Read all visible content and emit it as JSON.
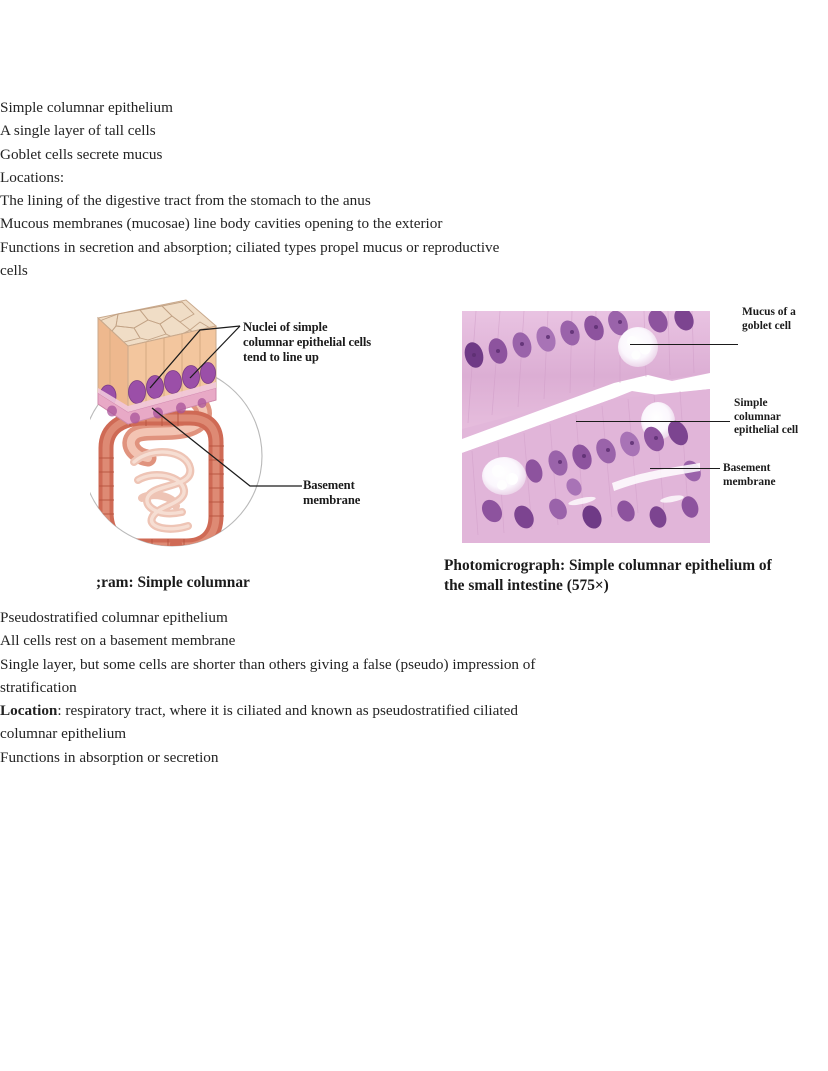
{
  "document": {
    "type": "study-notes",
    "topic": "Epithelial tissues"
  },
  "outline_top": [
    {
      "level": 1,
      "bullet": "●",
      "text": "Simple columnar epithelium"
    },
    {
      "level": 2,
      "bullet": "○",
      "text": "A single layer of tall cells"
    },
    {
      "level": 3,
      "bullet": "■",
      "text": "Goblet cells secrete mucus"
    },
    {
      "level": 2,
      "bullet": "○",
      "text": "Locations:"
    },
    {
      "level": 3,
      "bullet": "■",
      "text": "The lining of the digestive tract from the stomach to the anus"
    },
    {
      "level": 3,
      "bullet": "■",
      "text": "Mucous membranes (mucosae) line body cavities opening to the exterior"
    },
    {
      "level": 2,
      "bullet": "○",
      "text": "Functions in secretion and absorption; ciliated types propel mucus or reproductive cells"
    }
  ],
  "outline_bottom": [
    {
      "level": 1,
      "bullet": "●",
      "text": "Pseudostratified columnar epithelium"
    },
    {
      "level": 2,
      "bullet": "○",
      "text": "All cells rest on a basement membrane"
    },
    {
      "level": 2,
      "bullet": "○",
      "text": "Single layer, but some cells are shorter than others giving a false (pseudo) impression of stratification"
    },
    {
      "level": 2,
      "bullet": "○",
      "bold_prefix": "Location",
      "text": ": respiratory tract, where it is ciliated and known as pseudostratified ciliated columnar epithelium"
    },
    {
      "level": 2,
      "bullet": "○",
      "text": "Functions in absorption or secretion"
    }
  ],
  "diagram": {
    "caption": ";ram: Simple columnar",
    "labels": {
      "nuclei": "Nuclei of simple columnar epithelial cells tend to line up",
      "basement_membrane": "Basement membrane"
    },
    "colors": {
      "apical_surface": "#f0dcc4",
      "columnar_cell": "#f1c49b",
      "nucleus": "#9b4fa8",
      "basement_band": "#e7a8c4",
      "large_intestine": "#d9735e",
      "small_intestine": "#edc6b8",
      "circle_outline": "#b3b3b3"
    }
  },
  "photomicrograph": {
    "caption": "Photomicrograph: Simple columnar epithelium of the small intestine (575×)",
    "magnification": "575×",
    "labels": {
      "mucus": "Mucus of a goblet cell",
      "simple_columnar": "Simple columnar epithelial cell",
      "basement_membrane": "Basement membrane"
    },
    "colors": {
      "cytoplasm": "#e0b2d6",
      "cytoplasm_light": "#eed2e8",
      "nucleus": "#8d539e",
      "nucleus_dark": "#5d2f72",
      "lumen": "#ffffff",
      "goblet_mucus": "#f8f6fb"
    }
  }
}
